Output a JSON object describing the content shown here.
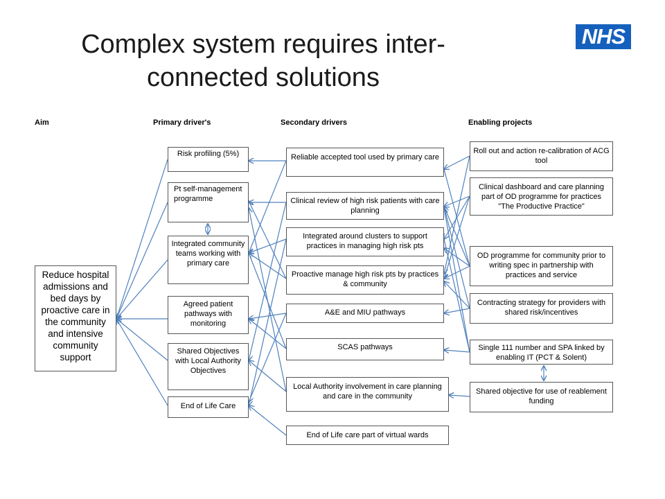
{
  "slide": {
    "title": "Complex system requires inter-connected solutions",
    "logo": "NHS"
  },
  "columns": {
    "aim": "Aim",
    "primary": "Primary driver's",
    "secondary": "Secondary drivers",
    "enabling": "Enabling projects"
  },
  "aim": "Reduce hospital admissions and bed days by proactive care in the community and intensive community support",
  "primary_drivers": [
    "Risk profiling (5%)",
    "Pt self-management programme",
    "Integrated community teams working with primary care",
    "Agreed patient pathways with monitoring",
    "Shared Objectives with Local Authority Objectives",
    "End of Life Care"
  ],
  "secondary_drivers": [
    "Reliable accepted tool used by primary care",
    "Clinical review of high risk patients with care planning",
    "Integrated around clusters to support practices in managing high risk pts",
    "Proactive manage high risk pts by practices & community",
    "A&E and MIU pathways",
    "SCAS pathways",
    "Local Authority involvement in care planning and care in the community",
    "End of Life care part of virtual wards"
  ],
  "enabling_projects": [
    "Roll out and action re-calibration of ACG tool",
    "Clinical dashboard and care planning part of OD programme for practices \"The Productive Practice\"",
    "OD programme for community prior to writing spec in partnership with practices and service",
    "Contracting strategy for providers with shared risk/incentives",
    "Single 111 number and SPA linked by enabling IT (PCT & Solent)",
    "Shared objective for use of reablement funding"
  ],
  "colors": {
    "connector": "#4f81bd",
    "box_border": "#555555"
  }
}
